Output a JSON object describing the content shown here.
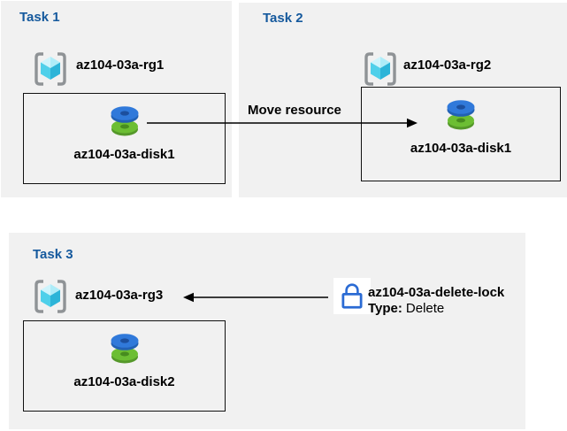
{
  "colors": {
    "panel_bg": "#f1f1f1",
    "title_blue": "#15599d",
    "text": "#000000",
    "arrow": "#000000",
    "lock_blue": "#2b6bd4",
    "disk_blue": "#3079da",
    "disk_green": "#6cbe33",
    "cube_cyan": "#4fd0ea",
    "bracket_gray": "#8f9396"
  },
  "tasks": [
    {
      "label": "Task 1",
      "rg": "az104-03a-rg1",
      "disk": "az104-03a-disk1"
    },
    {
      "label": "Task 2",
      "rg": "az104-03a-rg2",
      "disk": "az104-03a-disk1"
    },
    {
      "label": "Task 3",
      "rg": "az104-03a-rg3",
      "disk": "az104-03a-disk2"
    }
  ],
  "move": {
    "label": "Move resource"
  },
  "lock": {
    "name": "az104-03a-delete-lock",
    "type_label": "Type:",
    "type_value": "Delete"
  },
  "icons": {
    "resource_group": "azure-resource-group-icon",
    "disk": "azure-managed-disk-icon",
    "lock": "delete-lock-icon"
  }
}
